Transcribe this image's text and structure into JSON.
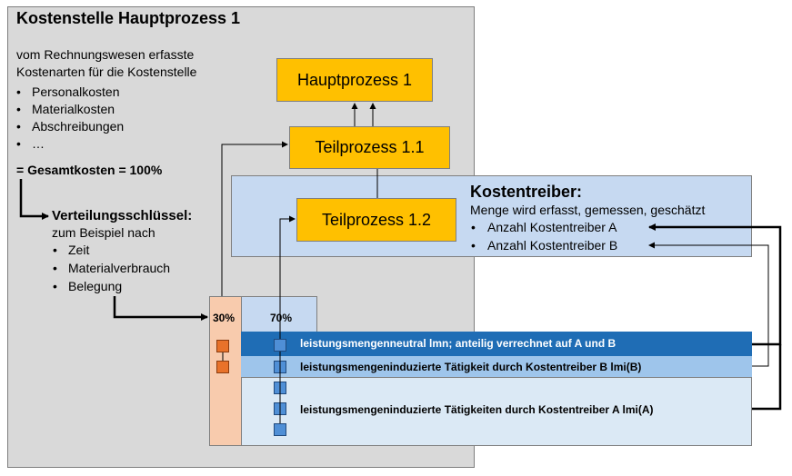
{
  "cost_center": {
    "title": "Kostenstelle Hauptprozess 1",
    "intro_line1": "vom Rechnungswesen  erfasste",
    "intro_line2": "Kostenarten für  die Kostenstelle",
    "cost_types": [
      "Personalkosten",
      "Materialkosten",
      "Abschreibungen",
      "…"
    ],
    "total": "= Gesamtkosten = 100%",
    "key_title": "Verteilungsschlüssel:",
    "key_subtitle": "zum  Beispiel nach",
    "key_items": [
      "Zeit",
      "Materialverbrauch",
      "Belegung"
    ]
  },
  "processes": {
    "main": "Hauptprozess 1",
    "sub1": "Teilprozess 1.1",
    "sub2": "Teilprozess 1.2"
  },
  "cost_drivers": {
    "title": "Kostentreiber:",
    "subtitle": "Menge wird erfasst,  gemessen,  geschätzt",
    "items": [
      "Anzahl  Kostentreiber A",
      "Anzahl  Kostentreiber B"
    ]
  },
  "allocation": {
    "pct_lmn": "30%",
    "pct_lmi": "70%",
    "row_lmn": "leistungsmengenneutral lmn; anteilig verrechnet auf A  und B",
    "row_lmi_b": "leistungsmengeninduzierte Tätigkeit durch Kostentreiber B lmi(B)",
    "row_lmi_a": "leistungsmengeninduzierte Tätigkeiten  durch Kostentreiber A lmi(A)"
  },
  "colors": {
    "process_fill": "#ffc000",
    "driver_fill": "#c6d9f1",
    "lmn_row": "#1f6db5",
    "lmi_b_row": "#9ec5eb",
    "pct30_fill": "#f8cbad"
  }
}
